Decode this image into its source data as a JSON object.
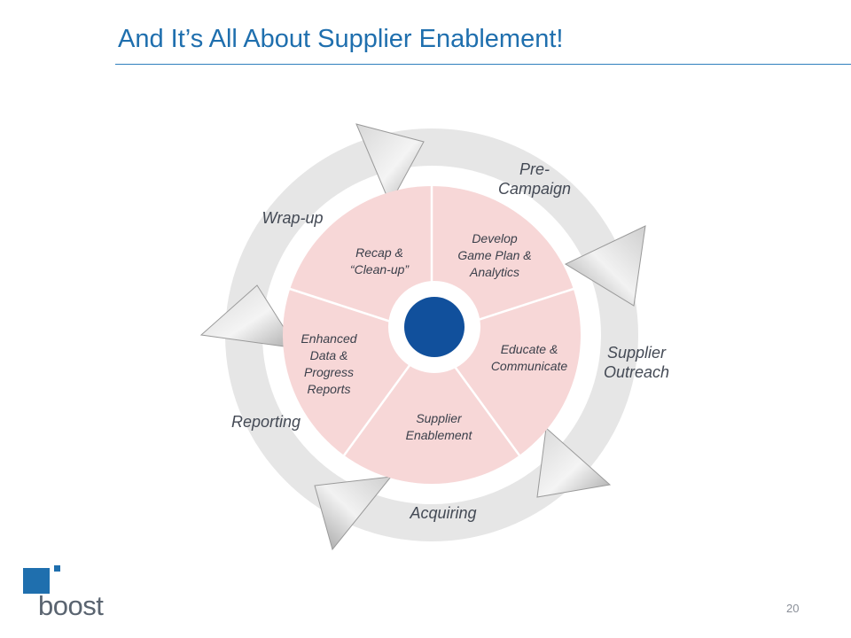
{
  "slide": {
    "title": "And It’s All About Supplier Enablement!",
    "page_number": "20"
  },
  "logo": {
    "text": "boost",
    "color": "#1f6fae"
  },
  "cycle": {
    "stages": [
      {
        "id": "pre-campaign",
        "label": "Pre-\nCampaign"
      },
      {
        "id": "supplier-outreach",
        "label": "Supplier\nOutreach"
      },
      {
        "id": "acquiring",
        "label": "Acquiring"
      },
      {
        "id": "reporting",
        "label": "Reporting"
      },
      {
        "id": "wrap-up",
        "label": "Wrap-up"
      }
    ],
    "segments": [
      {
        "id": "develop",
        "label": "Develop\nGame Plan &\nAnalytics"
      },
      {
        "id": "educate",
        "label": "Educate &\nCommunicate"
      },
      {
        "id": "supplier-enablement",
        "label": "Supplier\nEnablement"
      },
      {
        "id": "enhanced-data",
        "label": "Enhanced\nData &\nProgress\nReports"
      },
      {
        "id": "recap",
        "label": "Recap &\n“Clean-up”"
      }
    ],
    "colors": {
      "segment_fill": "#f7d7d7",
      "ring": "#e6e6e6",
      "center": "#11509c"
    }
  }
}
